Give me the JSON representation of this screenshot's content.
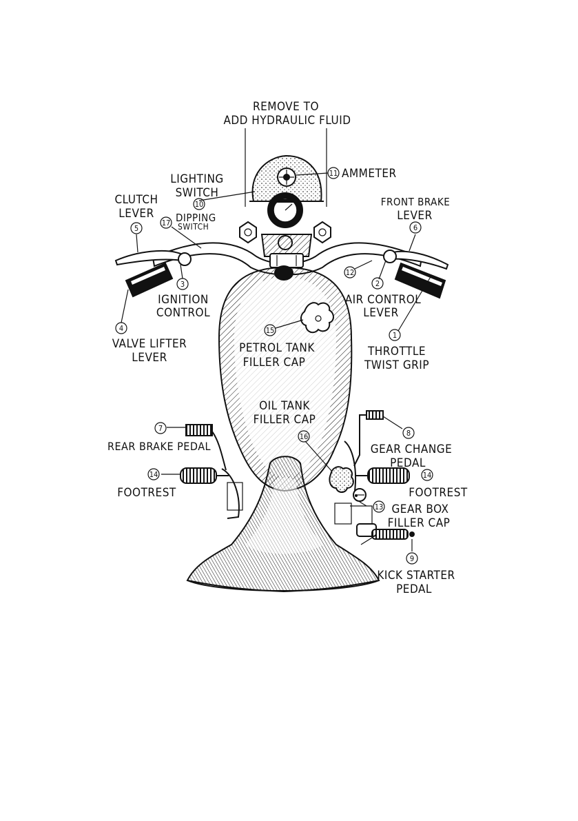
{
  "labels": {
    "remove_to_line1": "REMOVE TO",
    "remove_to_line2": "ADD HYDRAULIC FLUID",
    "lighting_switch_line1": "LIGHTING",
    "lighting_switch_line2": "SWITCH",
    "ammeter": "AMMETER",
    "clutch_lever_line1": "CLUTCH",
    "clutch_lever_line2": "LEVER",
    "dipping_switch_line1": "DIPPING",
    "dipping_switch_line2": "SWITCH",
    "front_brake_lever_line1": "FRONT BRAKE",
    "front_brake_lever_line2": "LEVER",
    "ignition_control_line1": "IGNITION",
    "ignition_control_line2": "CONTROL",
    "air_control_lever_line1": "AIR CONTROL",
    "air_control_lever_line2": "LEVER",
    "valve_lifter_lever_line1": "VALVE LIFTER",
    "valve_lifter_lever_line2": "LEVER",
    "petrol_tank_line1": "PETROL TANK",
    "petrol_tank_line2": "FILLER CAP",
    "throttle_line1": "THROTTLE",
    "throttle_line2": "TWIST GRIP",
    "oil_tank_line1": "OIL TANK",
    "oil_tank_line2": "FILLER CAP",
    "rear_brake_pedal": "REAR BRAKE PEDAL",
    "gear_change_line1": "GEAR CHANGE",
    "gear_change_line2": "PEDAL",
    "footrest_left": "FOOTREST",
    "footrest_right": "FOOTREST",
    "gear_box_line1": "GEAR BOX",
    "gear_box_line2": "FILLER CAP",
    "kick_starter_line1": "KICK STARTER",
    "kick_starter_line2": "PEDAL"
  },
  "callouts": {
    "n1": "1",
    "n2": "2",
    "n3": "3",
    "n4": "4",
    "n5": "5",
    "n6": "6",
    "n7": "7",
    "n8": "8",
    "n9": "9",
    "n10": "10",
    "n11": "11",
    "n12": "12",
    "n13": "13",
    "n14_left": "14",
    "n14_right": "14",
    "n15": "15",
    "n16": "16",
    "n17": "17"
  },
  "colors": {
    "ink": "#111111",
    "paper": "#ffffff"
  }
}
